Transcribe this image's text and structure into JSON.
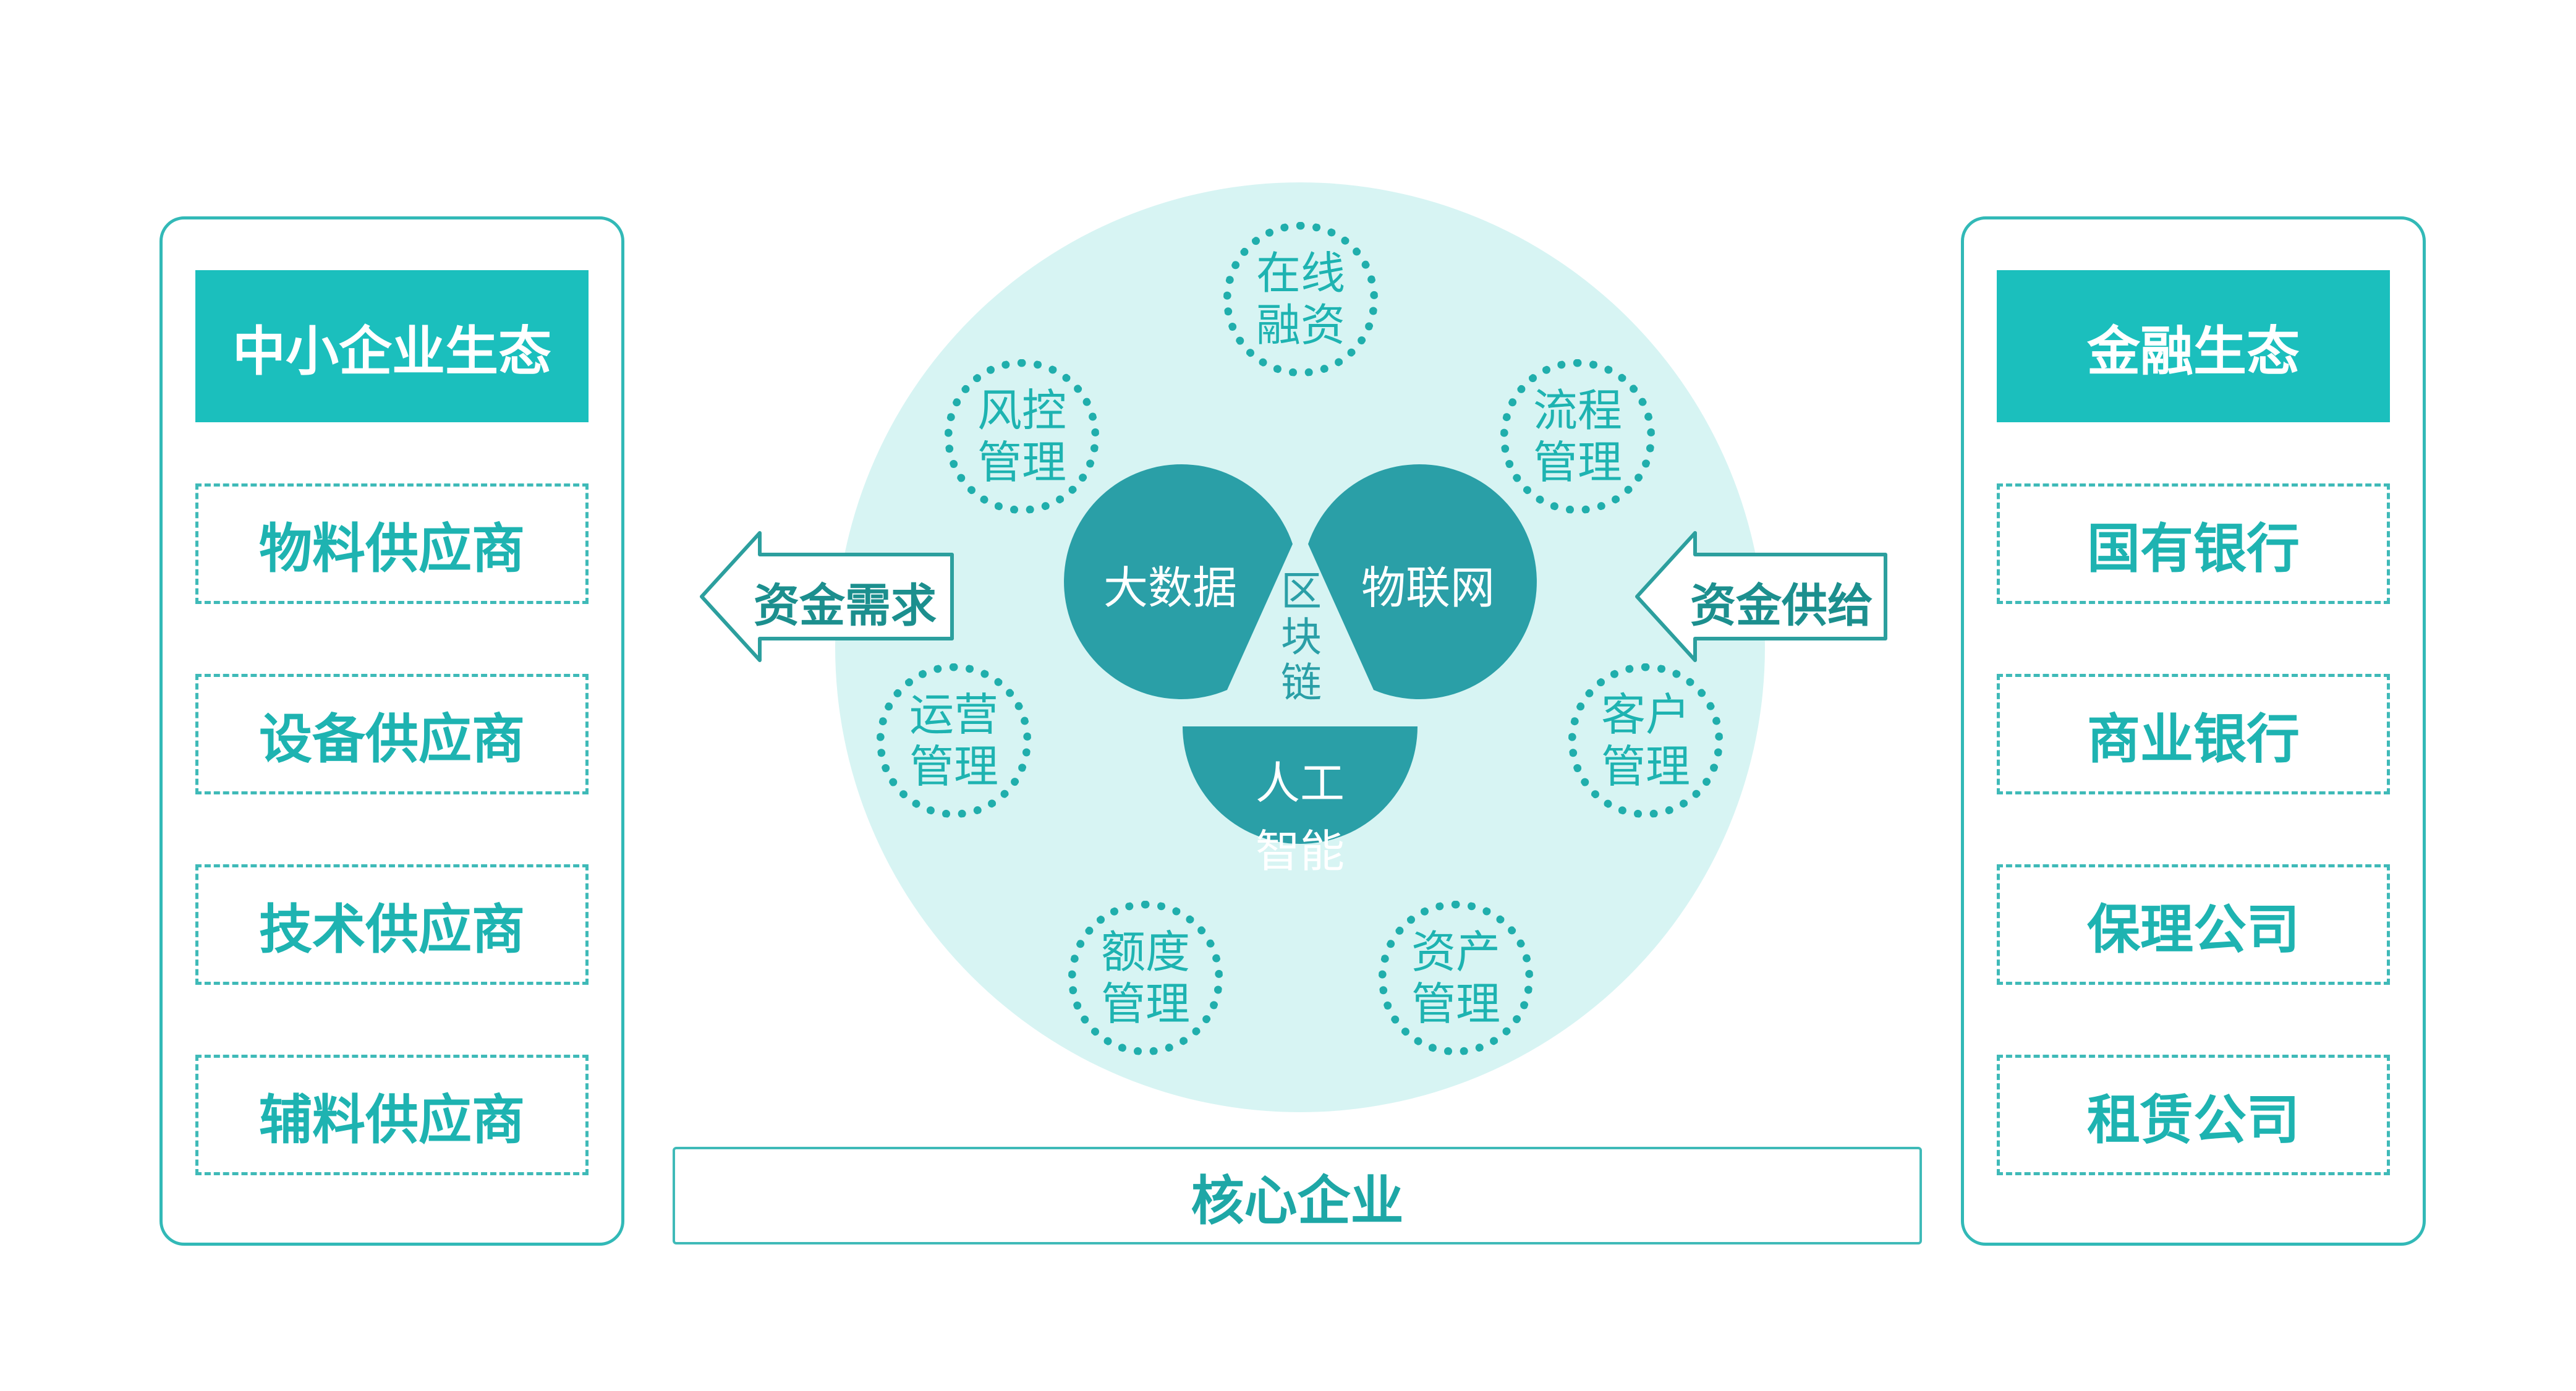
{
  "left_panel": {
    "title": "中小企业生态",
    "items": [
      "物料供应商",
      "设备供应商",
      "技术供应商",
      "辅料供应商"
    ]
  },
  "right_panel": {
    "title": "金融生态",
    "items": [
      "国有银行",
      "商业银行",
      "保理公司",
      "租赁公司"
    ]
  },
  "core_enterprise": "核心企业",
  "arrows": {
    "left_label": "资金需求",
    "right_label": "资金供给"
  },
  "center": {
    "tech": {
      "big_data": "大数据",
      "iot": "物联网",
      "ai_line1": "人工",
      "ai_line2": "智能",
      "blockchain": [
        "区",
        "块",
        "链"
      ]
    },
    "services": [
      {
        "l1": "在线",
        "l2": "融资"
      },
      {
        "l1": "流程",
        "l2": "管理"
      },
      {
        "l1": "客户",
        "l2": "管理"
      },
      {
        "l1": "资产",
        "l2": "管理"
      },
      {
        "l1": "额度",
        "l2": "管理"
      },
      {
        "l1": "运营",
        "l2": "管理"
      },
      {
        "l1": "风控",
        "l2": "管理"
      }
    ]
  },
  "colors": {
    "accent": "#1bbfbd",
    "dark_teal": "#2a9fa7",
    "light_circle": "#d7f4f3",
    "border": "#32b9b7"
  }
}
